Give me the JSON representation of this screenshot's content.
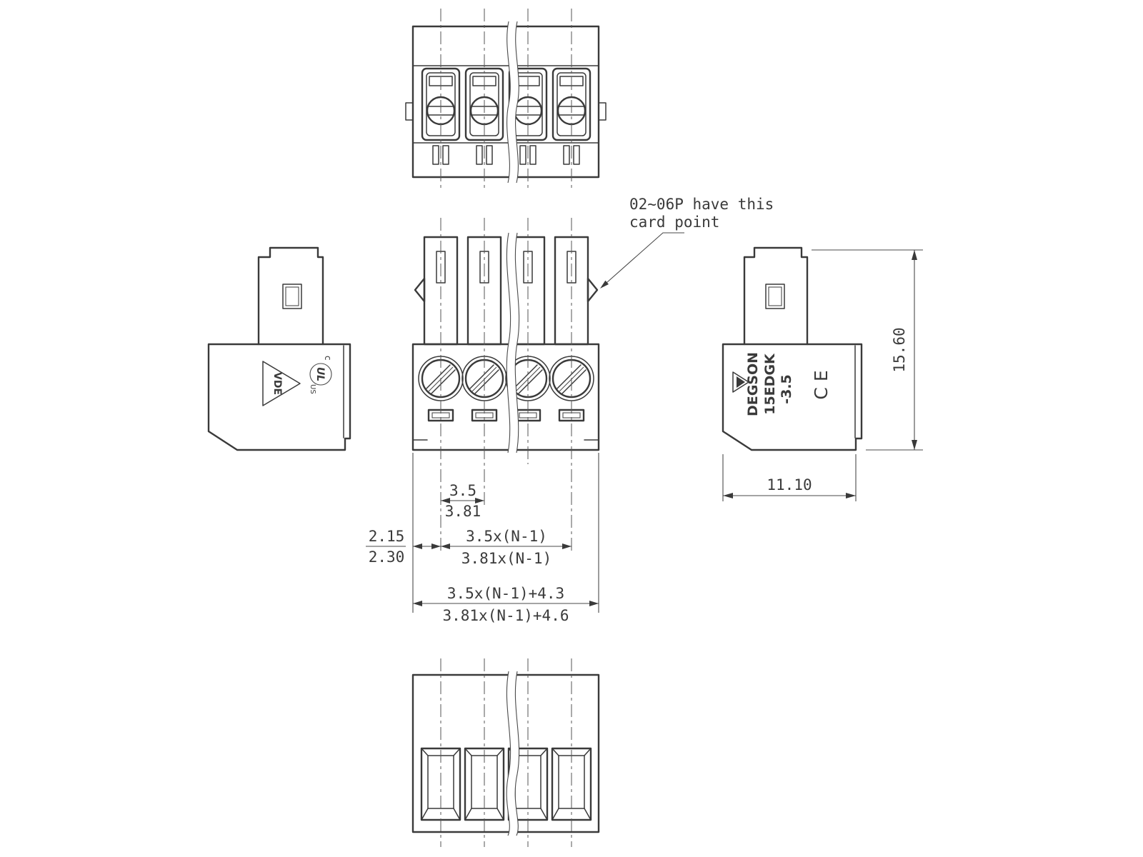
{
  "drawing": {
    "annotation": {
      "line1": "02~06P have this",
      "line2": "card point"
    },
    "left_view": {
      "vde": "VDE",
      "ul_c": "c",
      "ul": "UL",
      "ul_us": "US"
    },
    "right_view": {
      "brand": "DEGSON",
      "model_line1": "15EDGK",
      "model_line2": "-3.5",
      "ce": "CE",
      "height_dim": "15.60",
      "depth_dim": "11.10"
    },
    "front_dims": {
      "pitch": "3.5",
      "pitch_alt": "3.81",
      "edge_offset": "2.15",
      "edge_offset_alt": "2.30",
      "span": "3.5x(N-1)",
      "span_alt": "3.81x(N-1)",
      "overall": "3.5x(N-1)+4.3",
      "overall_alt": "3.81x(N-1)+4.6"
    },
    "colors": {
      "line": "#3a3a3a",
      "background": "#ffffff"
    }
  }
}
